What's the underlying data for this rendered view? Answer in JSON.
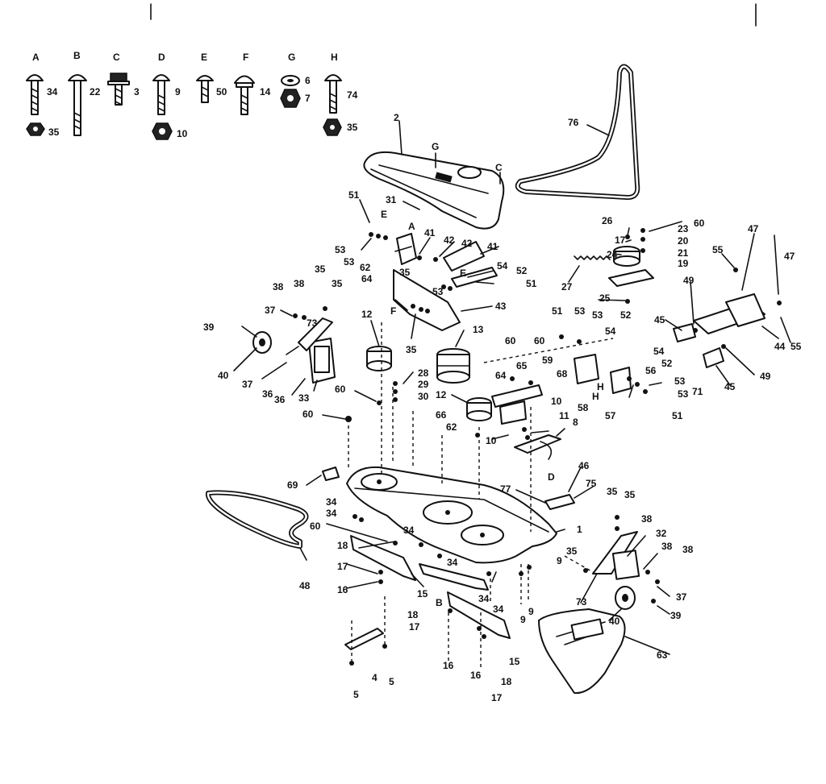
{
  "hardware_key": [
    {
      "letter": "A",
      "count": "34",
      "qty2": "35"
    },
    {
      "letter": "B",
      "count": "22"
    },
    {
      "letter": "C",
      "count": "3"
    },
    {
      "letter": "D",
      "count": "9",
      "qty2": "10"
    },
    {
      "letter": "E",
      "count": "50"
    },
    {
      "letter": "F",
      "count": "14"
    },
    {
      "letter": "G",
      "count": "6",
      "qty2": "7"
    },
    {
      "letter": "H",
      "count": "74",
      "qty2": "35"
    }
  ],
  "callouts": {
    "c2": "2",
    "c76": "76",
    "cG": "G",
    "cC": "C",
    "c31": "31",
    "c51a": "51",
    "cE1": "E",
    "cA": "A",
    "c41a": "41",
    "c42a": "42",
    "c42b": "42",
    "c41b": "41",
    "cE2": "E",
    "c53a": "53",
    "c53b": "53",
    "c62a": "62",
    "c64a": "64",
    "c54a": "54",
    "c52a": "52",
    "c53c": "53",
    "c51b": "51",
    "c35a": "35",
    "c43": "43",
    "c35b": "35",
    "c26": "26",
    "c60a": "60",
    "c23": "23",
    "c17a": "17",
    "c20": "20",
    "c24": "24",
    "c21": "21",
    "c19": "19",
    "c27": "27",
    "c25": "25",
    "c55a": "55",
    "c47a": "47",
    "c47b": "47",
    "c49a": "49",
    "c45a": "45",
    "c44": "44",
    "c55b": "55",
    "c49b": "49",
    "c45b": "45",
    "c71": "71",
    "c38a": "38",
    "c38b": "38",
    "c35c": "35",
    "c35d": "35",
    "c37a": "37",
    "c73a": "73",
    "c39a": "39",
    "c40a": "40",
    "c37b": "37",
    "c36a": "36",
    "c36b": "36",
    "c33": "33",
    "cF": "F",
    "c12a": "12",
    "c13": "13",
    "c28": "28",
    "c29": "29",
    "c30": "30",
    "c12b": "12",
    "c60b": "60",
    "c60c": "60",
    "c51c": "51",
    "c53d": "53",
    "c53e": "53",
    "c52b": "52",
    "c54b": "54",
    "c52c": "52",
    "c60d": "60",
    "c60e": "60",
    "c59": "59",
    "c64b": "64",
    "c65": "65",
    "c68": "68",
    "c10a": "10",
    "c58": "58",
    "c56": "56",
    "c53f": "53",
    "c53g": "53",
    "cH1": "H",
    "cH2": "H",
    "c57": "57",
    "c51d": "51",
    "c66": "66",
    "c62b": "62",
    "c11": "11",
    "c8": "8",
    "c10b": "10",
    "c46": "46",
    "cD": "D",
    "c75": "75",
    "c77": "77",
    "c69": "69",
    "c1": "1",
    "c34a": "34",
    "c34b": "34",
    "c60f": "60",
    "c34c": "34",
    "c34d": "34",
    "c18a": "18",
    "c17b": "17",
    "c16a": "16",
    "c48": "48",
    "c15a": "15",
    "cB": "B",
    "c34e": "34",
    "c34f": "34",
    "c9a": "9",
    "c9b": "9",
    "c9c": "9",
    "c18b": "18",
    "c17c": "17",
    "c16b": "16",
    "c16c": "16",
    "c15b": "15",
    "c18c": "18",
    "c17d": "17",
    "c4": "4",
    "c5a": "5",
    "c5b": "5",
    "c35e": "35",
    "c35f": "35",
    "c38c": "38",
    "c32": "32",
    "c38d": "38",
    "c38e": "38",
    "c35g": "35",
    "c37c": "37",
    "c73b": "73",
    "c40b": "40",
    "c39b": "39",
    "c63": "63"
  }
}
